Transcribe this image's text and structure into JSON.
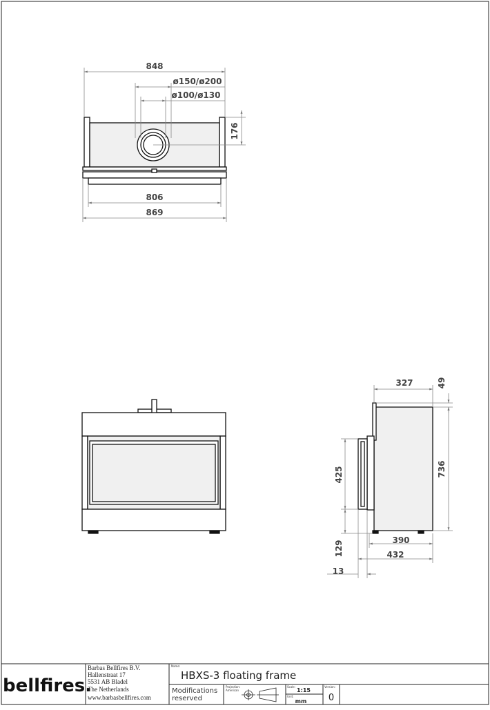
{
  "top_view": {
    "dims": {
      "width_outer_frame": "848",
      "flue_outer": "ø150/ø200",
      "flue_inner": "ø100/ø130",
      "flue_offset": "176",
      "width_body": "806",
      "width_total": "869"
    }
  },
  "side_view": {
    "dims": {
      "depth_top": "327",
      "height_top": "49",
      "height_total": "736",
      "height_glass": "425",
      "height_floor": "129",
      "depth_inner": "390",
      "depth_total": "432",
      "frame_depth": "13"
    }
  },
  "title_block": {
    "logo": "bellfires.",
    "company": "Barbas Bellfires B.V.",
    "street": "Hallenstraat 17",
    "postal": "5531 AB Bladel",
    "country": "The Netherlands",
    "website": "www.barbasbellfires.com",
    "name_label": "Name:",
    "product_name": "HBXS-3 floating frame",
    "modifications_line1": "Modifications",
    "modifications_line2": "reserved",
    "projection_label_1": "Projection:",
    "projection_label_2": "American",
    "scale_label": "Scale:",
    "scale_value": "1:15",
    "unit_label": "Unit:",
    "unit_value": "mm",
    "version_label": "Version:",
    "version_value": "0"
  }
}
